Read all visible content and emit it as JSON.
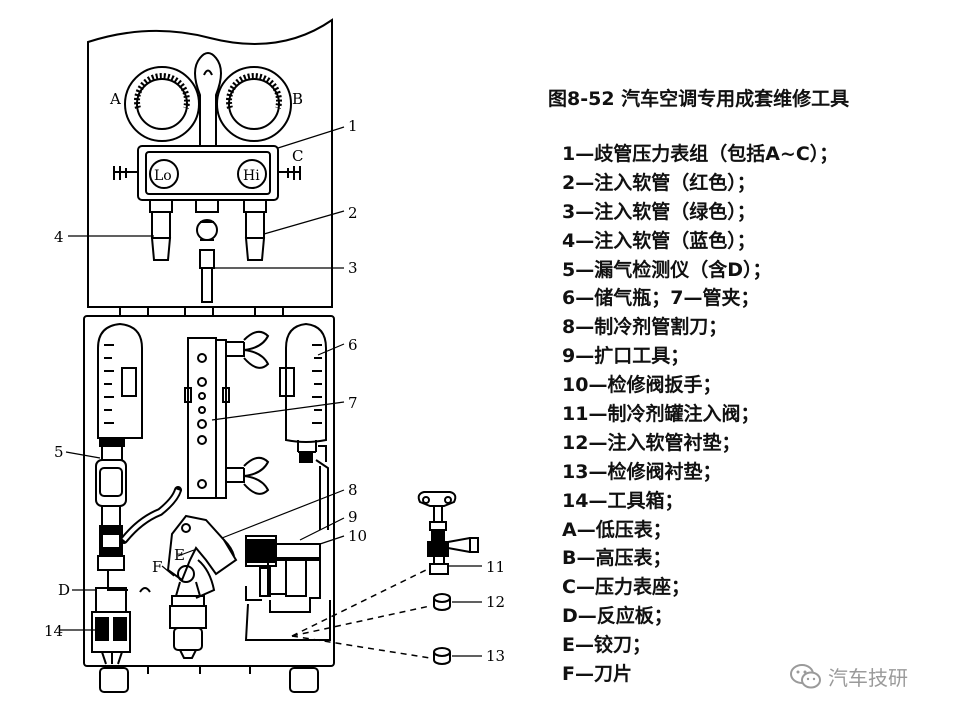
{
  "figure": {
    "title": "图8-52  汽车空调专用成套维修工具",
    "legend": [
      "1—歧管压力表组（包括A~C）；",
      "2—注入软管（红色）；",
      "3—注入软管（绿色）；",
      "4—注入软管（蓝色）；",
      "5—漏气检测仪（含D）；",
      "6—储气瓶；7—管夹；",
      "8—制冷剂管割刀；",
      "9—扩口工具；",
      "10—检修阀扳手；",
      "11—制冷剂罐注入阀；",
      "12—注入软管衬垫；",
      "13—检修阀衬垫；",
      "14—工具箱；",
      "A—低压表；",
      "B—高压表；",
      "C—压力表座；",
      "D—反应板；",
      "E—铰刀；",
      "F—刀片"
    ]
  },
  "diagram_labels": {
    "gauge_low": "A",
    "gauge_high": "B",
    "manifold_base": "C",
    "lo_knob": "Lo",
    "hi_knob": "Hi",
    "reaction_plate": "D",
    "reamer": "E",
    "blade": "F",
    "n1": "1",
    "n2": "2",
    "n3": "3",
    "n4": "4",
    "n5": "5",
    "n6": "6",
    "n7": "7",
    "n8": "8",
    "n9": "9",
    "n10": "10",
    "n11": "11",
    "n12": "12",
    "n13": "13",
    "n14": "14"
  },
  "watermark": {
    "text": "汽车技研",
    "icon": "wechat-icon"
  }
}
